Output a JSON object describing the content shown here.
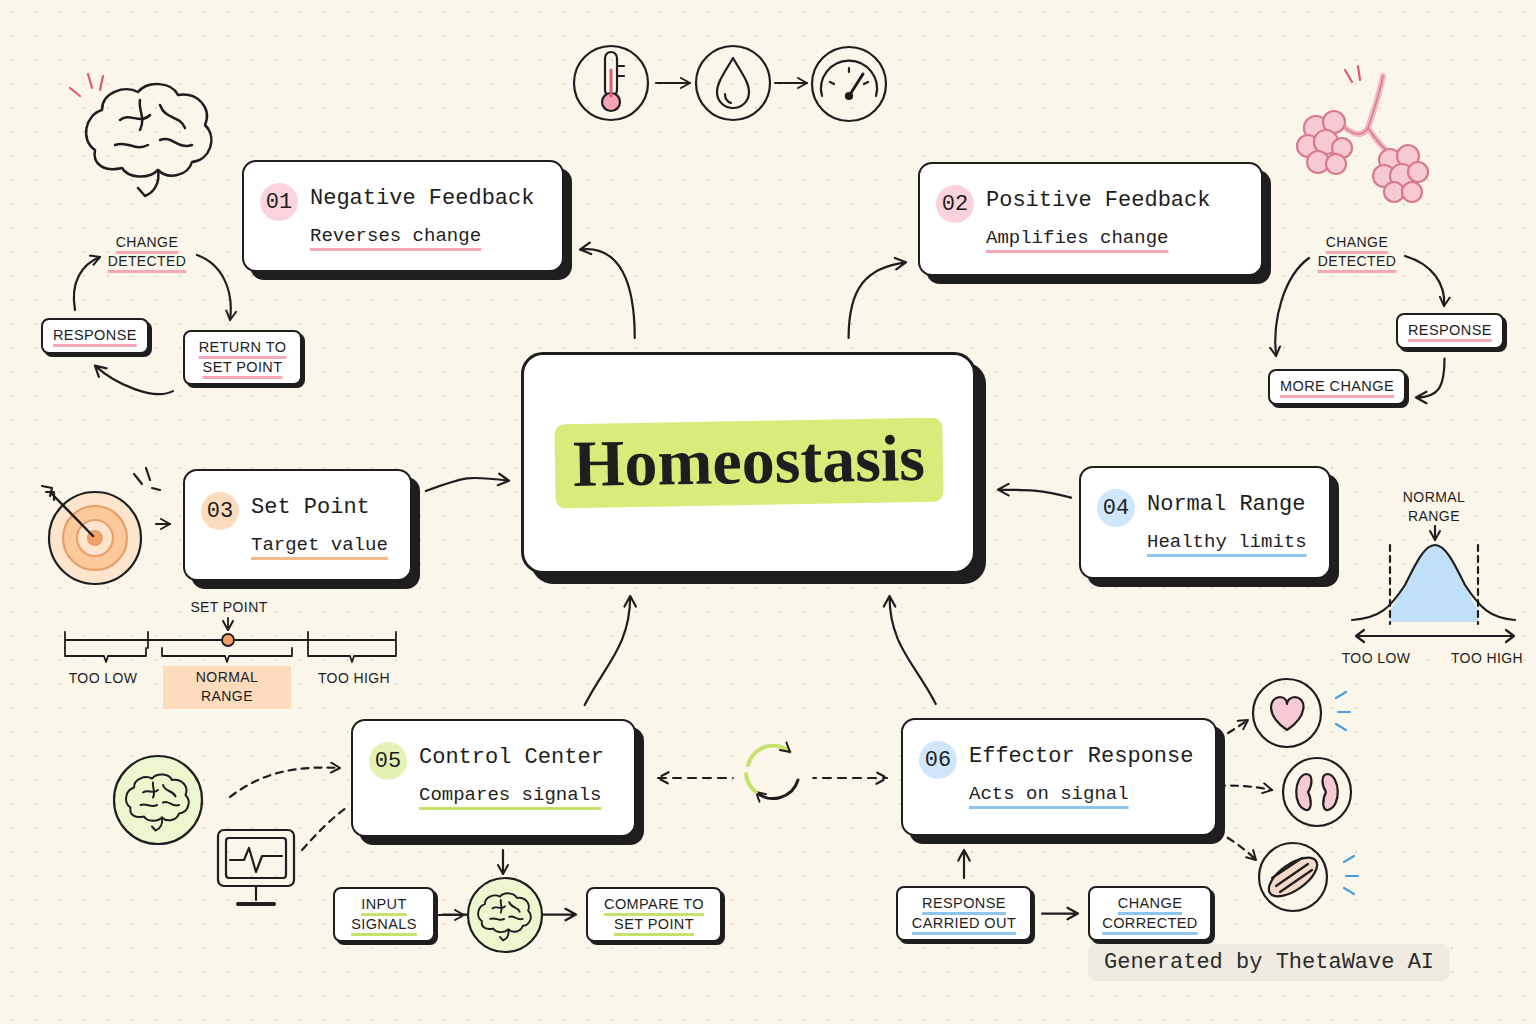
{
  "diagram": {
    "nodes": [
      {
        "text": [
          "01",
          "Negative Feedback",
          "Reverses change"
        ]
      },
      {
        "text": [
          "02",
          "Positive Feedback",
          "Amplifies change"
        ]
      },
      {
        "text": [
          "RESPONSE"
        ]
      },
      {
        "text": [
          "RETURN TO SET POINT"
        ]
      },
      {
        "text": [
          "RESPONSE"
        ]
      },
      {
        "text": [
          "MORE CHANGE"
        ]
      },
      {
        "text": [
          "Homeostasis"
        ]
      },
      {
        "text": [
          "03",
          "Set Point",
          "Target value"
        ]
      },
      {
        "text": [
          "04",
          "Normal Range",
          "Healthy limits"
        ]
      },
      {
        "text": [
          "05",
          "Control Center",
          "Compares signals"
        ]
      },
      {
        "text": [
          "06",
          "Effector Response",
          "Acts on signal"
        ]
      },
      {
        "text": [
          "INPUT SIGNALS"
        ]
      },
      {
        "text": [
          "COMPARE TO SET POINT"
        ]
      },
      {
        "text": [
          "RESPONSE CARRIED OUT"
        ]
      },
      {
        "text": [
          "CHANGE CORRECTED"
        ]
      }
    ],
    "edges": [
      {
        "from": 6,
        "to": 0,
        "arrow": "to"
      },
      {
        "from": 6,
        "to": 1,
        "arrow": "to"
      },
      {
        "from": 7,
        "to": 6,
        "arrow": "to"
      },
      {
        "from": 8,
        "to": 6,
        "arrow": "to"
      },
      {
        "from": 9,
        "to": 6,
        "arrow": "to"
      },
      {
        "from": 10,
        "to": 6,
        "arrow": "to"
      },
      {
        "from": 9,
        "to": 10,
        "arrow": "both"
      },
      {
        "from": 3,
        "to": 2,
        "arrow": "to"
      },
      {
        "from": 4,
        "to": 5,
        "arrow": "to"
      },
      {
        "from": 11,
        "to": 12,
        "arrow": "to"
      },
      {
        "from": 13,
        "to": 10,
        "arrow": "to"
      },
      {
        "from": 13,
        "to": 14,
        "arrow": "to"
      }
    ],
    "labels": [
      "CHANGE DETECTED",
      "CHANGE DETECTED",
      "SET POINT",
      "TOO LOW",
      "NORMAL RANGE",
      "TOO HIGH",
      "NORMAL RANGE",
      "TOO LOW",
      "TOO HIGH",
      "Generated by ThetaWave AI"
    ]
  }
}
